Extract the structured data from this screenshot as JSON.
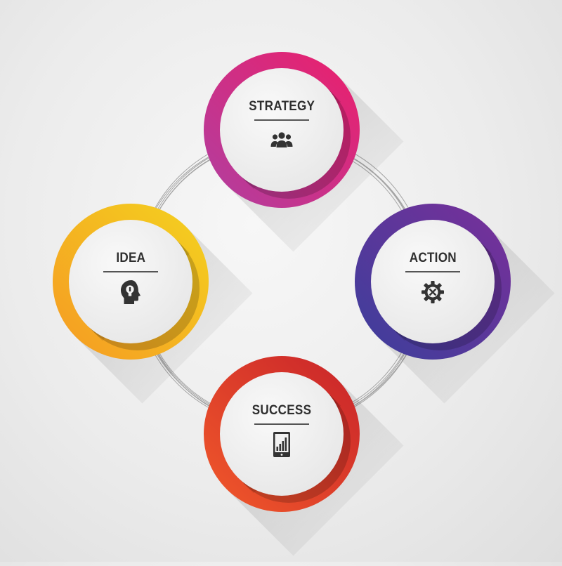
{
  "diagram": {
    "nodes": [
      {
        "id": "strategy",
        "label": "STRATEGY",
        "icon": "team-icon",
        "color_start": "#b03fa0",
        "color_end": "#ec1f6b"
      },
      {
        "id": "action",
        "label": "ACTION",
        "icon": "gear-icon",
        "color_start": "#3b3f9b",
        "color_end": "#7a2f9a"
      },
      {
        "id": "success",
        "label": "SUCCESS",
        "icon": "tablet-chart-icon",
        "color_start": "#f1592a",
        "color_end": "#c8232a"
      },
      {
        "id": "idea",
        "label": "IDEA",
        "icon": "head-bulb-icon",
        "color_start": "#f59a23",
        "color_end": "#f4d21f"
      }
    ],
    "connector_color": "#8a8a8a",
    "label_color": "#2f2f2f"
  }
}
